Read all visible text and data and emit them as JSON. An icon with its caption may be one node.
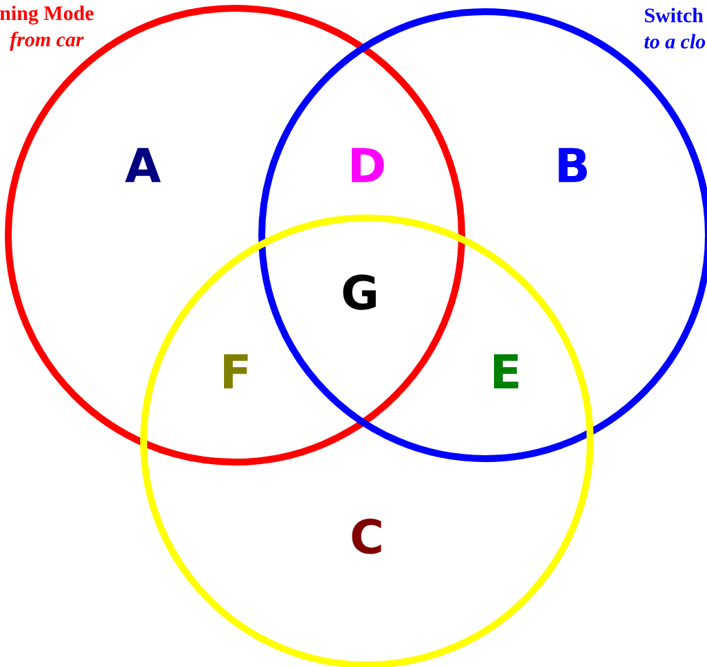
{
  "diagram": {
    "labels": [
      "ning Mode",
      "Switch",
      "from car",
      "to a clo",
      "A",
      "D",
      "B",
      "G",
      "F",
      "E",
      "C"
    ]
  }
}
